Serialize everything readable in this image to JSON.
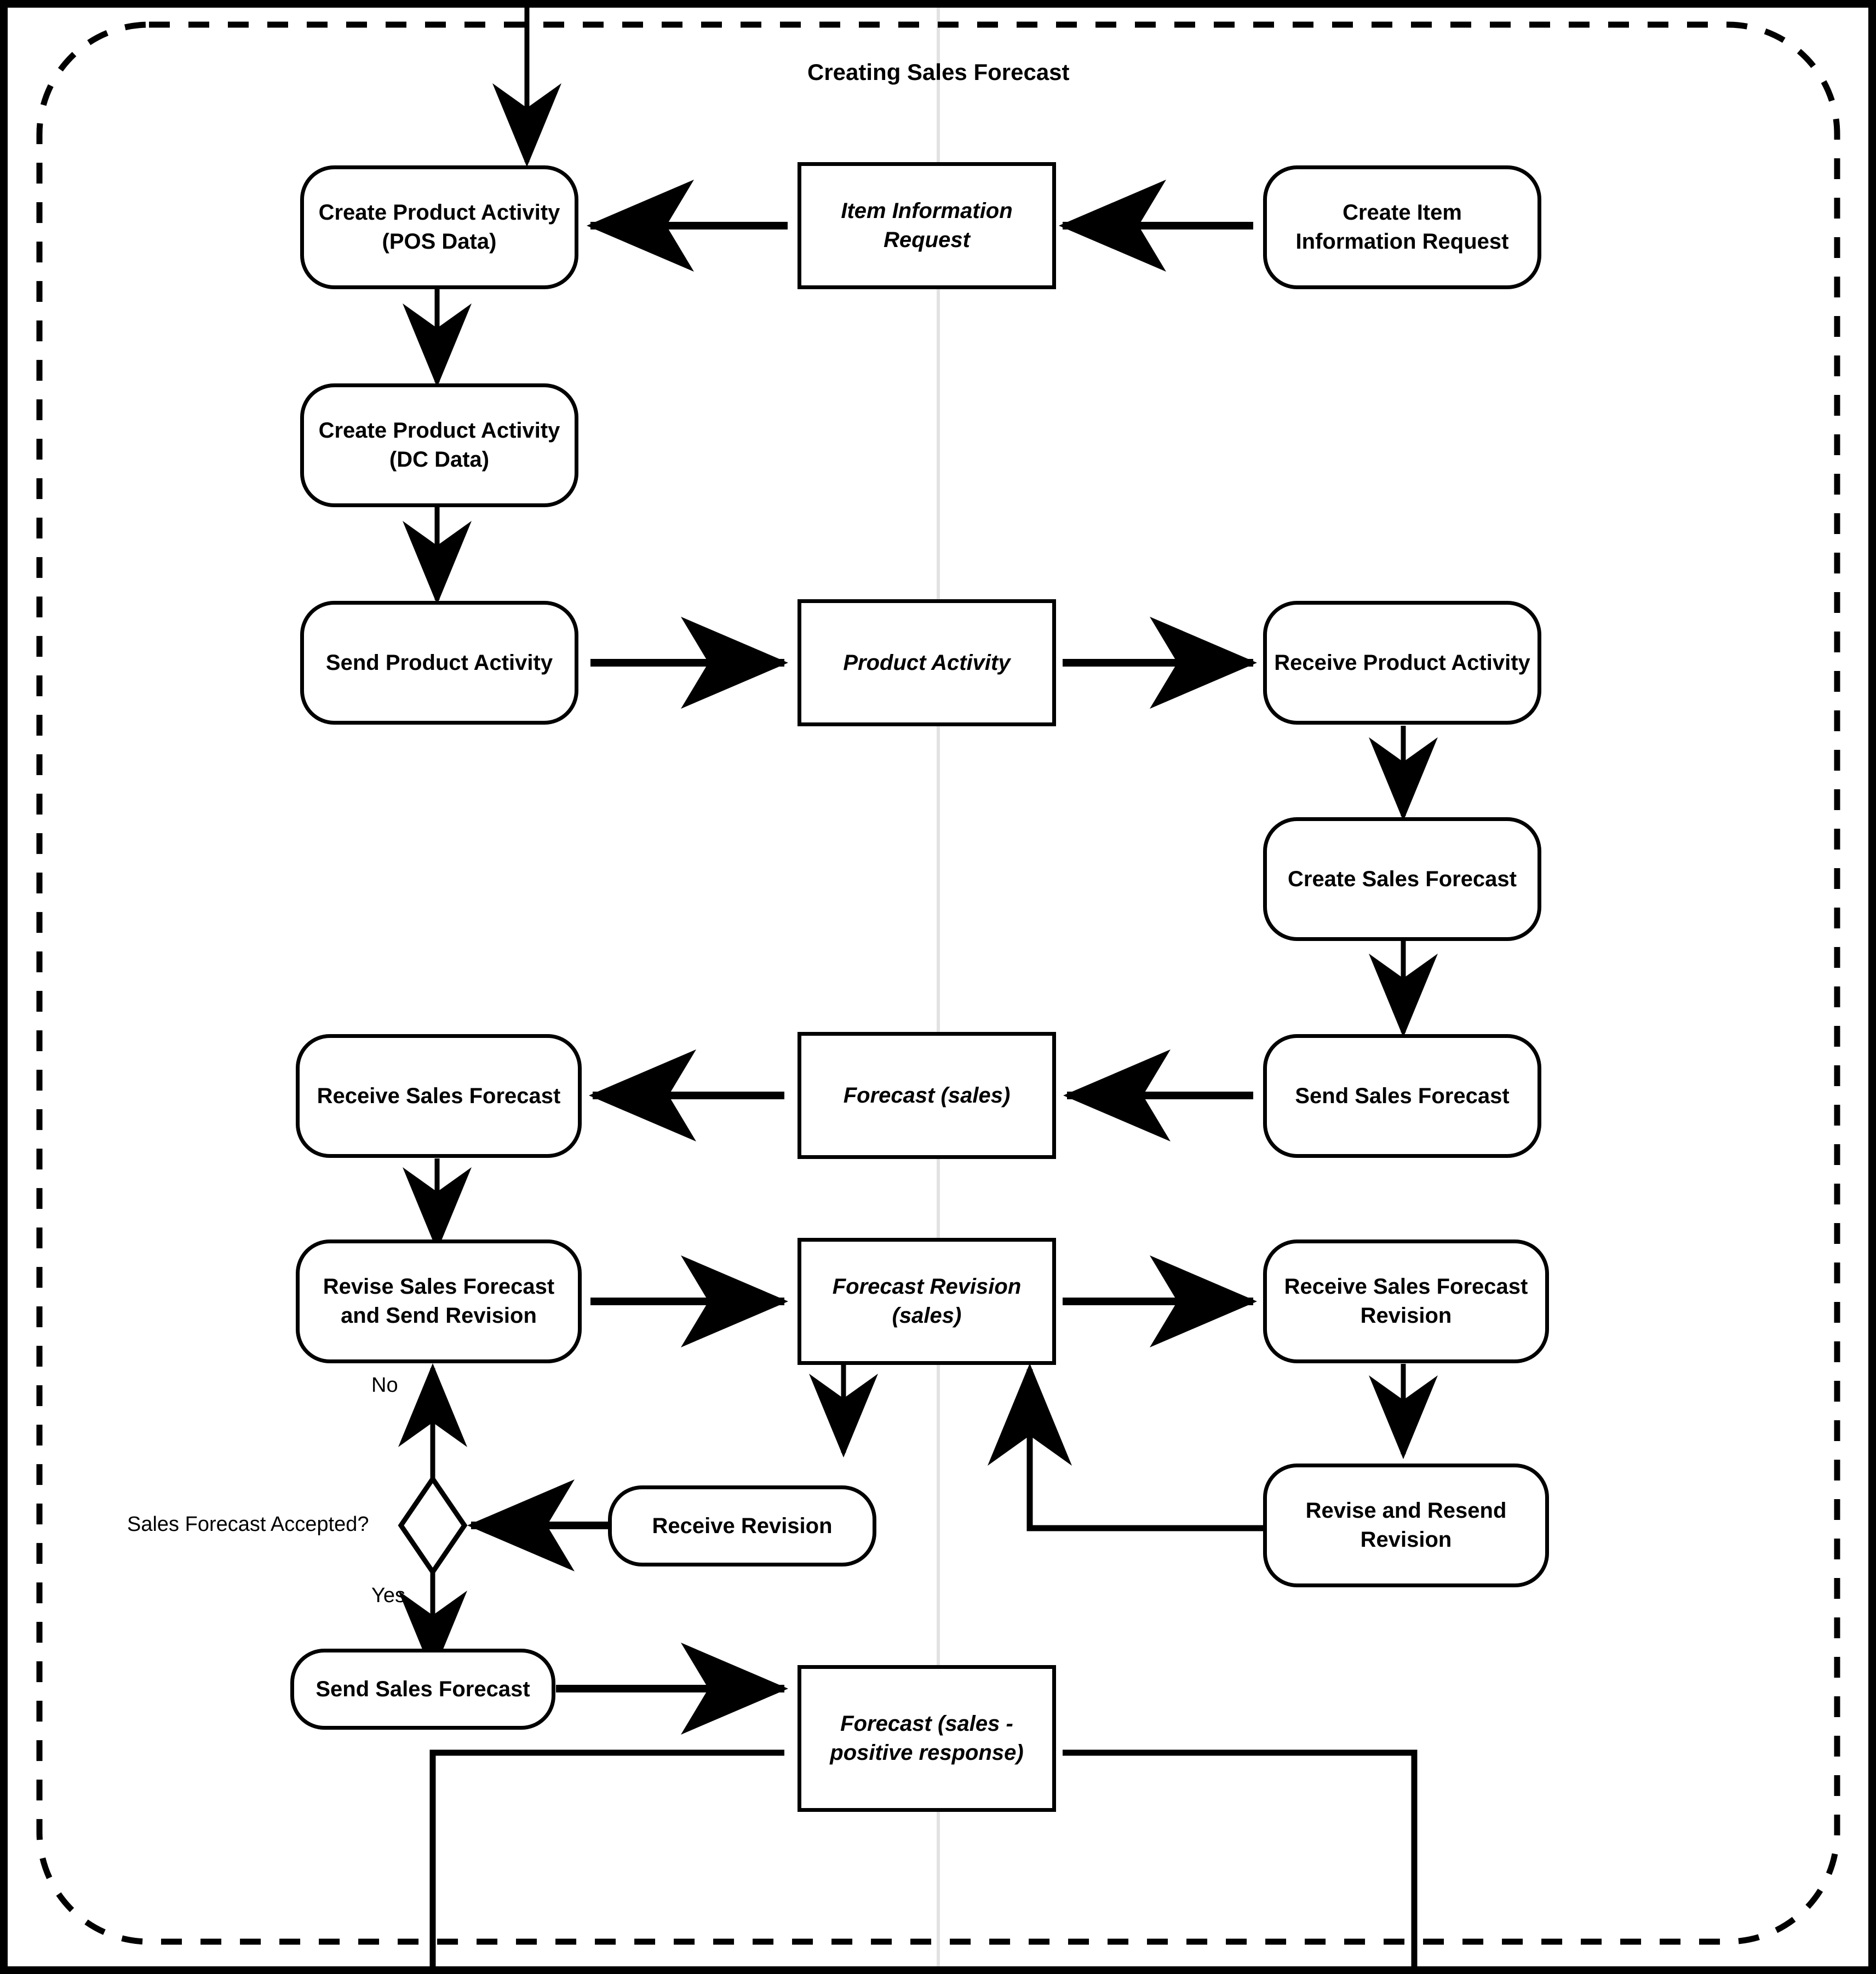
{
  "diagram": {
    "title": "Creating Sales Forecast",
    "type": "flowchart",
    "boundary": "dashed-rounded-rectangle",
    "colors": {
      "line": "#000000",
      "background": "#ffffff",
      "lane_divider": "#e2e2e2"
    },
    "nodes": [
      {
        "id": "create_pa_pos",
        "label": "Create Product Activity\n(POS Data)",
        "line1": "Create Product Activity",
        "line2": "(POS Data)",
        "shape": "rounded",
        "style": "bold"
      },
      {
        "id": "item_info_request",
        "label": "Item Information\nRequest",
        "line1": "Item Information",
        "line2": "Request",
        "shape": "rectangle",
        "style": "bold-italic"
      },
      {
        "id": "create_item_info_request",
        "label": "Create Item\nInformation Request",
        "line1": "Create Item",
        "line2": "Information Request",
        "shape": "rounded",
        "style": "bold"
      },
      {
        "id": "create_pa_dc",
        "label": "Create Product Activity\n(DC Data)",
        "line1": "Create Product Activity",
        "line2": "(DC Data)",
        "shape": "rounded",
        "style": "bold"
      },
      {
        "id": "send_product_activity",
        "label": "Send Product Activity",
        "line1": "Send Product Activity",
        "line2": "",
        "shape": "rounded",
        "style": "bold"
      },
      {
        "id": "product_activity",
        "label": "Product Activity",
        "line1": "Product Activity",
        "line2": "",
        "shape": "rectangle",
        "style": "bold-italic"
      },
      {
        "id": "receive_product_activity",
        "label": "Receive Product Activity",
        "line1": "Receive Product Activity",
        "line2": "",
        "shape": "rounded",
        "style": "bold"
      },
      {
        "id": "create_sales_forecast",
        "label": "Create Sales Forecast",
        "line1": "Create Sales Forecast",
        "line2": "",
        "shape": "rounded",
        "style": "bold"
      },
      {
        "id": "receive_sales_forecast",
        "label": "Receive Sales Forecast",
        "line1": "Receive Sales Forecast",
        "line2": "",
        "shape": "rounded",
        "style": "bold"
      },
      {
        "id": "forecast_sales",
        "label": "Forecast (sales)",
        "line1": "Forecast (sales)",
        "line2": "",
        "shape": "rectangle",
        "style": "bold-italic"
      },
      {
        "id": "send_sales_forecast_top",
        "label": "Send Sales Forecast",
        "line1": "Send Sales Forecast",
        "line2": "",
        "shape": "rounded",
        "style": "bold"
      },
      {
        "id": "revise_send_revision",
        "label": "Revise Sales Forecast\nand Send Revision",
        "line1": "Revise Sales Forecast",
        "line2": "and Send Revision",
        "shape": "rounded",
        "style": "bold"
      },
      {
        "id": "forecast_revision_sales",
        "label": "Forecast Revision\n(sales)",
        "line1": "Forecast Revision",
        "line2": "(sales)",
        "shape": "rectangle",
        "style": "bold-italic"
      },
      {
        "id": "receive_sf_revision",
        "label": "Receive Sales Forecast\nRevision",
        "line1": "Receive Sales Forecast",
        "line2": "Revision",
        "shape": "rounded",
        "style": "bold"
      },
      {
        "id": "receive_revision",
        "label": "Receive Revision",
        "line1": "Receive Revision",
        "line2": "",
        "shape": "rounded",
        "style": "bold"
      },
      {
        "id": "revise_resend_revision",
        "label": "Revise and Resend\nRevision",
        "line1": "Revise and Resend",
        "line2": "Revision",
        "shape": "rounded",
        "style": "bold"
      },
      {
        "id": "decision",
        "label": "Sales Forecast Accepted?",
        "shape": "diamond",
        "style": "regular"
      },
      {
        "id": "send_sales_forecast_bottom",
        "label": "Send Sales Forecast",
        "line1": "Send Sales Forecast",
        "line2": "",
        "shape": "rounded",
        "style": "bold"
      },
      {
        "id": "forecast_positive",
        "label": "Forecast (sales -\npositive response)",
        "line1": "Forecast (sales -",
        "line2": "positive response)",
        "shape": "rectangle",
        "style": "bold-italic"
      }
    ],
    "decision_label": "Sales Forecast Accepted?",
    "edge_labels": {
      "no": "No",
      "yes": "Yes"
    },
    "edges": [
      {
        "from": "external-top",
        "to": "create_pa_pos",
        "direction": "down"
      },
      {
        "from": "item_info_request",
        "to": "create_pa_pos",
        "direction": "left"
      },
      {
        "from": "create_item_info_request",
        "to": "item_info_request",
        "direction": "left"
      },
      {
        "from": "create_pa_pos",
        "to": "create_pa_dc",
        "direction": "down"
      },
      {
        "from": "create_pa_dc",
        "to": "send_product_activity",
        "direction": "down"
      },
      {
        "from": "send_product_activity",
        "to": "product_activity",
        "direction": "right"
      },
      {
        "from": "product_activity",
        "to": "receive_product_activity",
        "direction": "right"
      },
      {
        "from": "receive_product_activity",
        "to": "create_sales_forecast",
        "direction": "down"
      },
      {
        "from": "create_sales_forecast",
        "to": "send_sales_forecast_top",
        "direction": "down"
      },
      {
        "from": "send_sales_forecast_top",
        "to": "forecast_sales",
        "direction": "left"
      },
      {
        "from": "forecast_sales",
        "to": "receive_sales_forecast",
        "direction": "left"
      },
      {
        "from": "receive_sales_forecast",
        "to": "revise_send_revision",
        "direction": "down"
      },
      {
        "from": "revise_send_revision",
        "to": "forecast_revision_sales",
        "direction": "right"
      },
      {
        "from": "forecast_revision_sales",
        "to": "receive_sf_revision",
        "direction": "right"
      },
      {
        "from": "receive_sf_revision",
        "to": "revise_resend_revision",
        "direction": "down"
      },
      {
        "from": "revise_resend_revision",
        "to": "forecast_revision_sales",
        "direction": "loop-left-up"
      },
      {
        "from": "forecast_revision_sales",
        "to": "receive_revision",
        "direction": "down"
      },
      {
        "from": "receive_revision",
        "to": "decision",
        "direction": "left"
      },
      {
        "from": "decision",
        "to": "revise_send_revision",
        "direction": "up",
        "label": "No"
      },
      {
        "from": "decision",
        "to": "send_sales_forecast_bottom",
        "direction": "down",
        "label": "Yes"
      },
      {
        "from": "send_sales_forecast_bottom",
        "to": "forecast_positive",
        "direction": "right"
      },
      {
        "from": "forecast_positive",
        "to": "external-bottom-left",
        "direction": "down"
      },
      {
        "from": "forecast_positive",
        "to": "external-bottom-right",
        "direction": "down"
      }
    ]
  }
}
